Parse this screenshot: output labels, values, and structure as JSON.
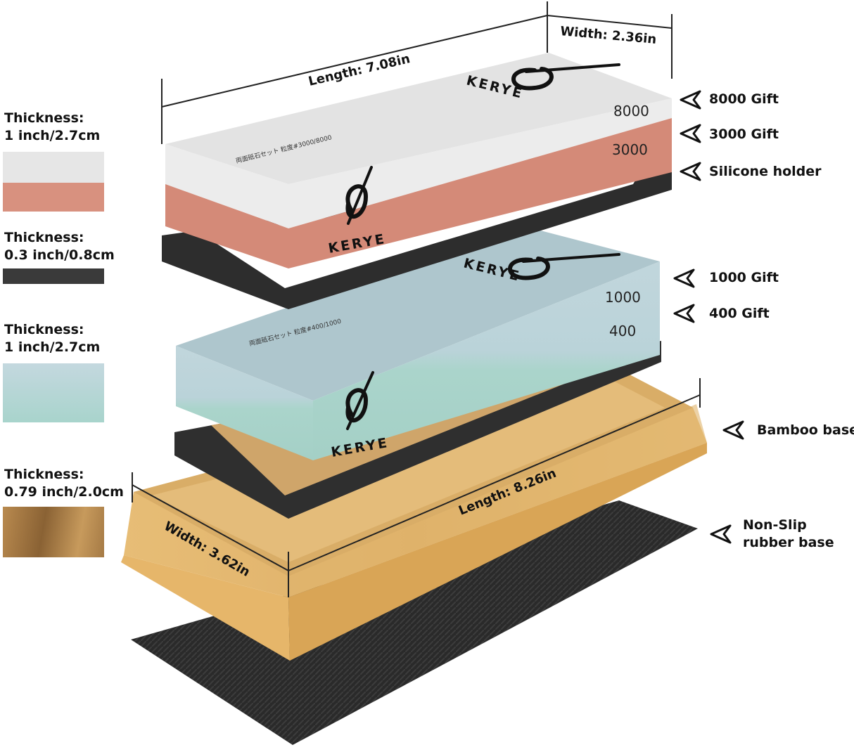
{
  "legend": [
    {
      "line1": "Thickness:",
      "line2": "1 inch/2.7cm"
    },
    {
      "line1": "Thickness:",
      "line2": "0.3 inch/0.8cm"
    },
    {
      "line1": "Thickness:",
      "line2": "1 inch/2.7cm"
    },
    {
      "line1": "Thickness:",
      "line2": "0.79 inch/2.0cm"
    }
  ],
  "callouts": {
    "grit_8000": "8000 Gift",
    "grit_3000": "3000 Gift",
    "silicone": "Silicone holder",
    "grit_1000": "1000 Gift",
    "grit_400": "400 Gift",
    "bamboo": "Bamboo base",
    "nonslip_1": "Non-Slip",
    "nonslip_2": "rubber base"
  },
  "dimensions": {
    "top_length": "Length: 7.08in",
    "top_width": "Width: 2.36in",
    "base_length": "Length: 8.26in",
    "base_width": "Width: 3.62in"
  },
  "stone_labels": {
    "top_fine": "8000",
    "top_coarse": "3000",
    "bottom_fine": "1000",
    "bottom_coarse": "400",
    "brand": "KERYE",
    "top_jp": "両面砥石セット 粒度#3000/8000",
    "bottom_jp": "両面砥石セット 粒度#400/1000"
  },
  "colors": {
    "white_stone": "#e8e8e8",
    "pink_stone": "#d9907f",
    "holder": "#3a3a3a",
    "blue_stone": "#bfd7dc",
    "green_stone": "#a9d3cc",
    "bamboo": "#e2b56a"
  }
}
